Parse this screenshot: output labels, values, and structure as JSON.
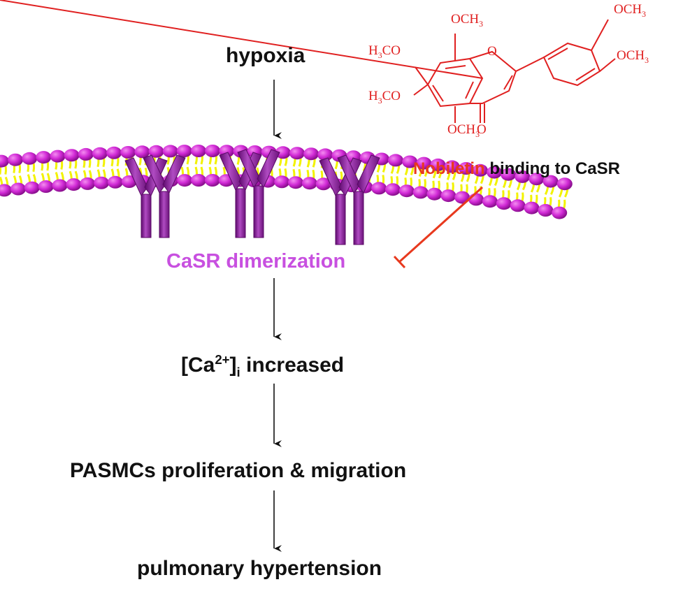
{
  "steps": {
    "hypoxia": "hypoxia",
    "dimerization": "CaSR dimerization",
    "ca_prefix": "[Ca",
    "ca_sup": "2+",
    "ca_bracket": "]",
    "ca_sub": "i",
    "ca_suffix": " increased",
    "pasmc": "PASMCs proliferation & migration",
    "ph": "pulmonary hypertension"
  },
  "inhibitor": {
    "drug": "Nobiletin",
    "rest": " binding to CaSR"
  },
  "molecule": {
    "och3_top": "OCH",
    "h3co_a": "H",
    "h3co_a2": "CO",
    "h3co_b": "H",
    "h3co_b2": "CO",
    "och3_bottom": "OCH",
    "och3_ring_top": "OCH",
    "och3_ring_right": "OCH",
    "ring_o": "O",
    "carbonyl_o": "O",
    "sub3": "3"
  },
  "colors": {
    "membrane_head": "#d12ad6",
    "membrane_tail": "#f2f200",
    "receptor": "#8e1f9e",
    "dimerization_text": "#c850e0",
    "nobiletin_red": "#e8391e",
    "molecule_red": "#e02020",
    "text": "#111111"
  }
}
